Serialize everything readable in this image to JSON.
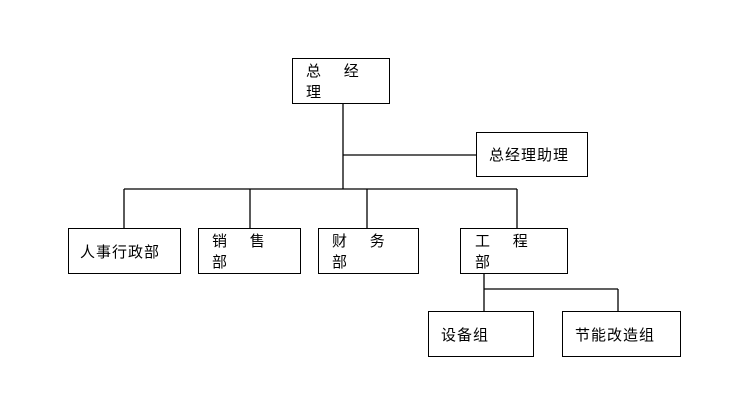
{
  "org_chart": {
    "root": {
      "label": "总 经 理"
    },
    "assistant": {
      "label": "总经理助理"
    },
    "departments": [
      {
        "id": "hr",
        "label": "人事行政部"
      },
      {
        "id": "sales",
        "label": "销 售 部"
      },
      {
        "id": "finance",
        "label": "财 务 部"
      },
      {
        "id": "engineering",
        "label": "工 程 部"
      }
    ],
    "engineering_groups": [
      {
        "id": "equipment",
        "label": "设备组"
      },
      {
        "id": "energy",
        "label": "节能改造组"
      }
    ]
  }
}
